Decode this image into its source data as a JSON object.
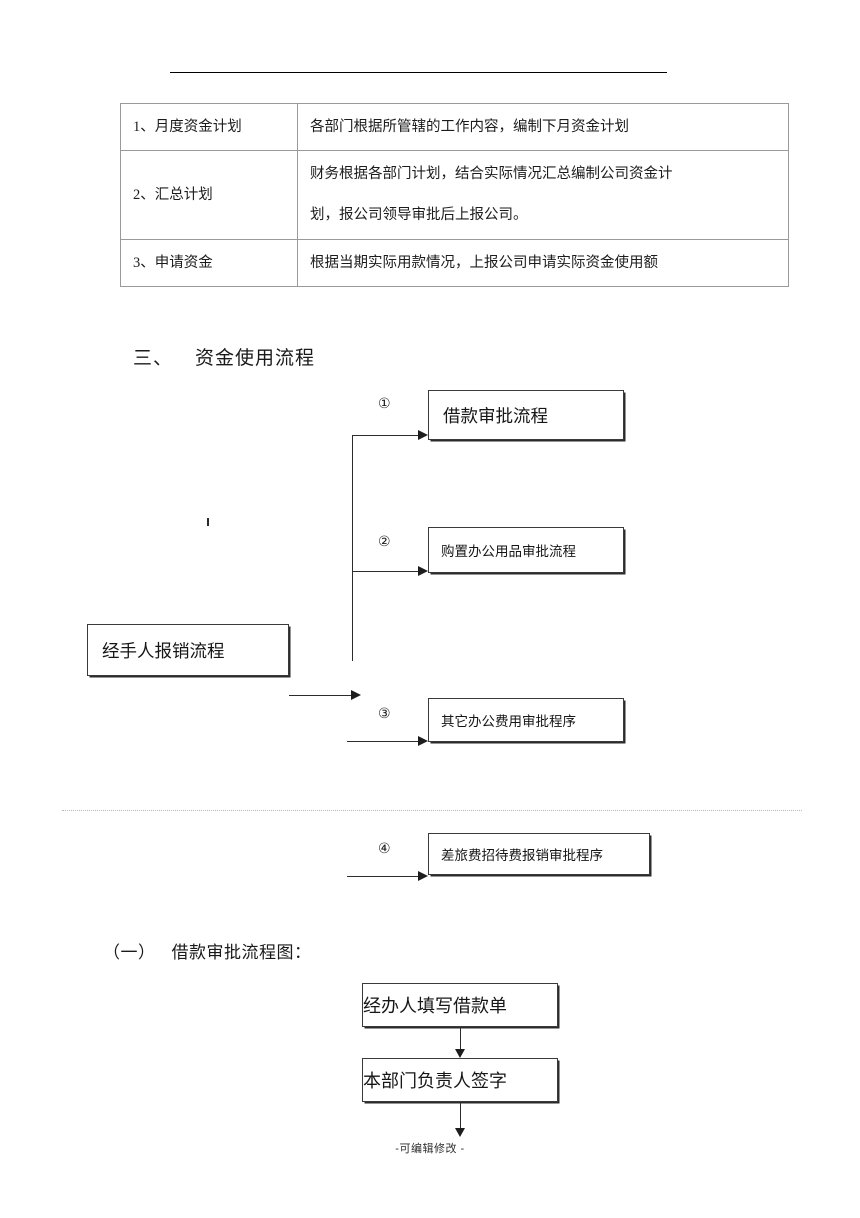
{
  "document": {
    "table": {
      "rows": [
        {
          "label": "1、月度资金计划",
          "lines": [
            "各部门根据所管辖的工作内容，编制下月资金计划"
          ]
        },
        {
          "label": "2、汇总计划",
          "lines": [
            "财务根据各部门计划，结合实际情况汇总编制公司资金计",
            "划，报公司领导审批后上报公司。"
          ]
        },
        {
          "label": "3、申请资金",
          "lines": [
            "根据当期实际用款情况，上报公司申请实际资金使用额"
          ]
        }
      ]
    },
    "section_heading": {
      "number": "三、",
      "text": "资金使用流程"
    },
    "subsection_heading": {
      "number": "（一）",
      "text": "借款审批流程图："
    },
    "flow": {
      "source_box": "经手人报销流程",
      "branches": [
        {
          "marker": "①",
          "label": "借款审批流程"
        },
        {
          "marker": "②",
          "label": "购置办公用品审批流程"
        },
        {
          "marker": "③",
          "label": "其它办公费用审批程序"
        },
        {
          "marker": "④",
          "label": "差旅费招待费报销审批程序"
        }
      ]
    },
    "loan_flow": {
      "steps": [
        "经办人填写借款单",
        "本部门负责人签字"
      ]
    },
    "footer": "-可编辑修改 -"
  }
}
